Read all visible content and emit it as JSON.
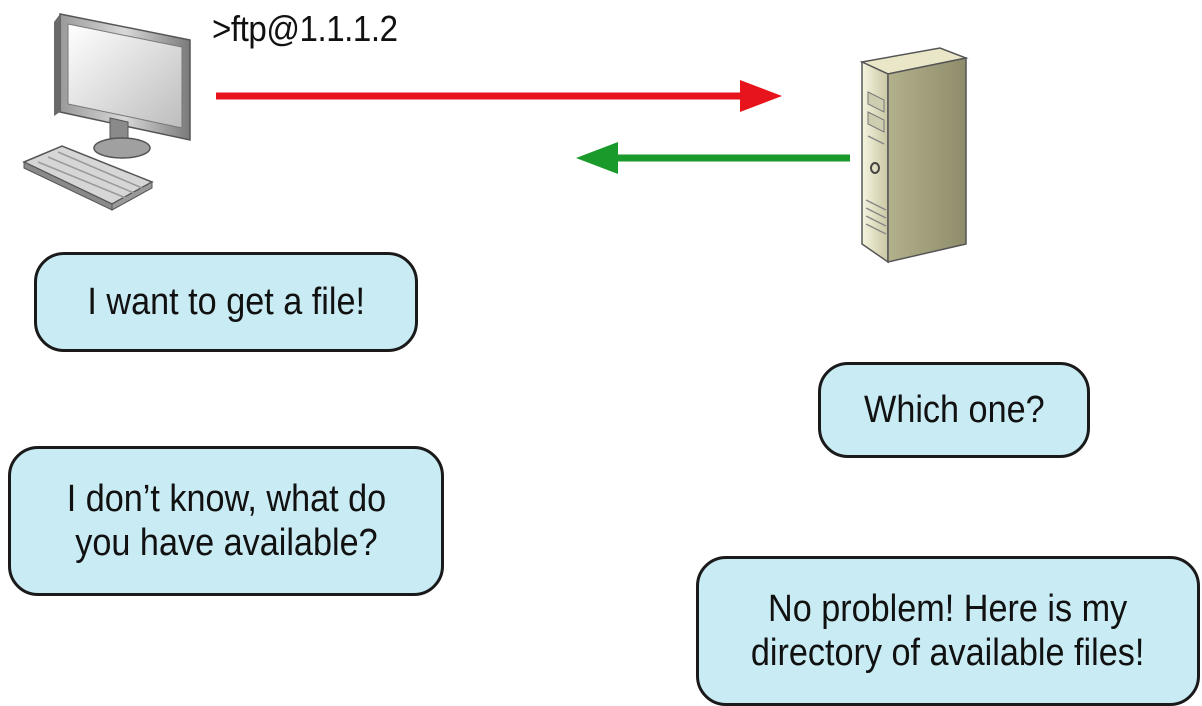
{
  "command": ">ftp@1.1.1.2",
  "arrows": {
    "request_color": "#e8141b",
    "response_color": "#1a9a2a"
  },
  "icons": {
    "client": "desktop-computer-icon",
    "server": "server-tower-icon"
  },
  "bubbles": {
    "client_request": "I want to get a file!",
    "server_question": "Which one?",
    "client_reply": "I don’t know, what do\nyou have available?",
    "server_reply": "No problem! Here is my\ndirectory of available files!"
  },
  "bubble_color": "#c9ebf4"
}
